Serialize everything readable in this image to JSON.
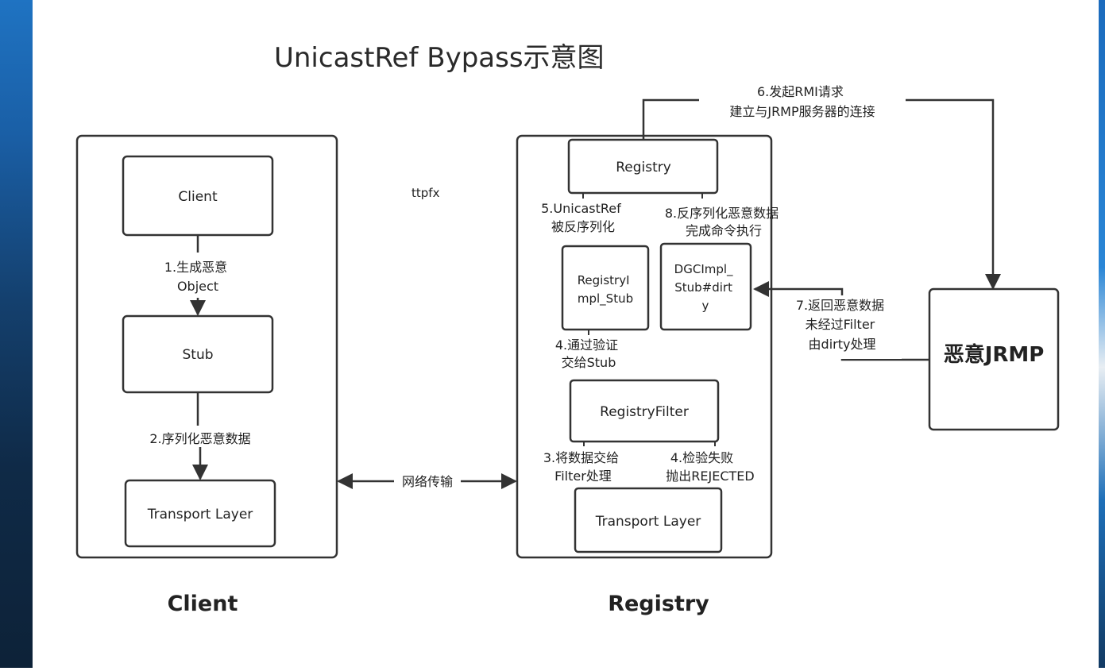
{
  "title": "UnicastRef Bypass示意图",
  "watermark": "ttpfx",
  "nodes": {
    "client": "Client",
    "stub": "Stub",
    "client_transport": "Transport Layer",
    "registry": "Registry",
    "registry_impl_stub": [
      "RegistryI",
      "mpl_Stub"
    ],
    "dgc_impl_stub": [
      "DGCImpl_",
      "Stub#dirt",
      "y"
    ],
    "registry_filter": "RegistryFilter",
    "registry_transport": "Transport Layer",
    "malicious_jrmp": "恶意JRMP"
  },
  "edge_labels": {
    "step1": [
      "1.生成恶意",
      "Object"
    ],
    "step2": "2.序列化恶意数据",
    "network": "网络传输",
    "step3": [
      "3.将数据交给",
      "Filter处理"
    ],
    "step4_reject": [
      "4.检验失败",
      "抛出REJECTED"
    ],
    "step4_pass": [
      "4.通过验证",
      "交给Stub"
    ],
    "step5": [
      "5.UnicastRef",
      "被反序列化"
    ],
    "step6": [
      "6.发起RMI请求",
      "建立与JRMP服务器的连接"
    ],
    "step7": [
      "7.返回恶意数据",
      "未经过Filter",
      "由dirty处理"
    ],
    "step8": [
      "8.反序列化恶意数据",
      "完成命令执行"
    ]
  },
  "containers": {
    "client": "Client",
    "registry": "Registry"
  }
}
